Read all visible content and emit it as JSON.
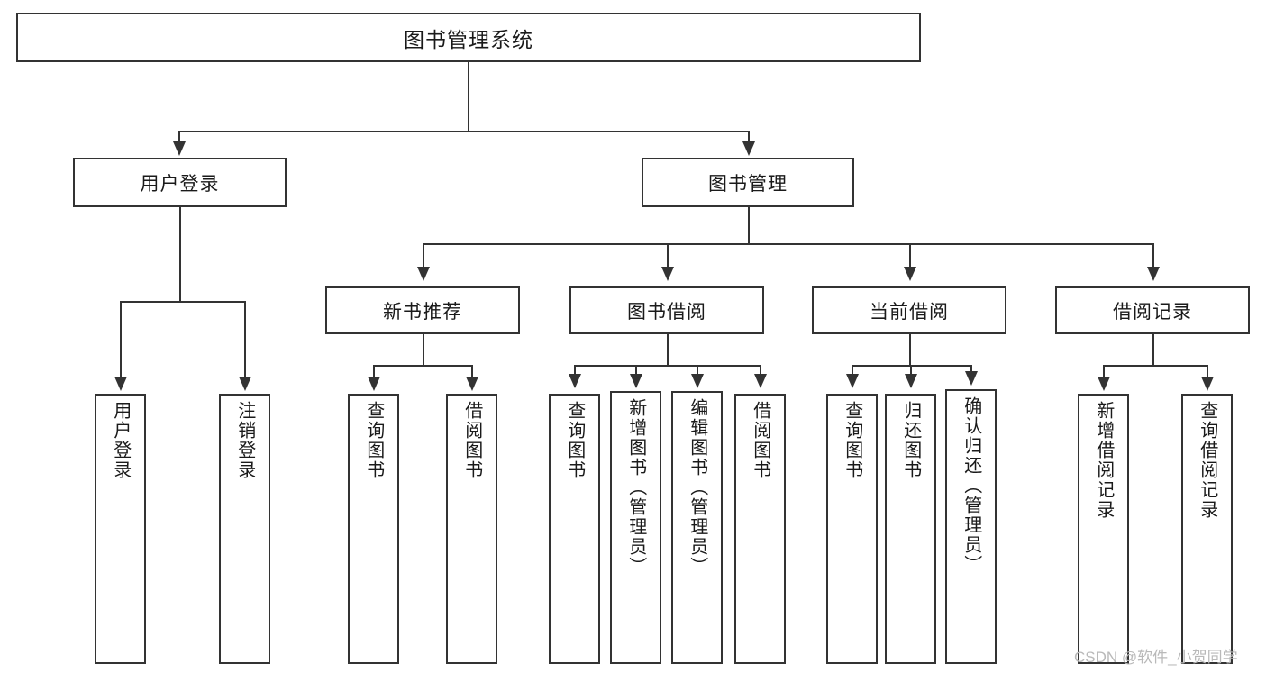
{
  "diagram": {
    "title": "图书管理系统",
    "type": "tree-hierarchy",
    "root": {
      "label": "图书管理系统"
    },
    "level1": [
      {
        "label": "用户登录"
      },
      {
        "label": "图书管理"
      }
    ],
    "level2": [
      {
        "label": "新书推荐"
      },
      {
        "label": "图书借阅"
      },
      {
        "label": "当前借阅"
      },
      {
        "label": "借阅记录"
      }
    ],
    "leaves": {
      "user_login": [
        {
          "label": "用户登录"
        },
        {
          "label": "注销登录"
        }
      ],
      "new_book_recommend": [
        {
          "label": "查询图书"
        },
        {
          "label": "借阅图书"
        }
      ],
      "book_borrow": [
        {
          "label": "查询图书"
        },
        {
          "label": "新增图书（管理员）"
        },
        {
          "label": "编辑图书（管理员）"
        },
        {
          "label": "借阅图书"
        }
      ],
      "current_borrow": [
        {
          "label": "查询图书"
        },
        {
          "label": "归还图书"
        },
        {
          "label": "确认归还（管理员）"
        }
      ],
      "borrow_records": [
        {
          "label": "新增借阅记录"
        },
        {
          "label": "查询借阅记录"
        }
      ]
    }
  },
  "watermark": {
    "text": "CSDN @软件_小贺同学"
  },
  "colors": {
    "stroke": "#333333",
    "background": "#ffffff",
    "text": "#1a1a1a",
    "watermark": "#b9b9b9"
  }
}
